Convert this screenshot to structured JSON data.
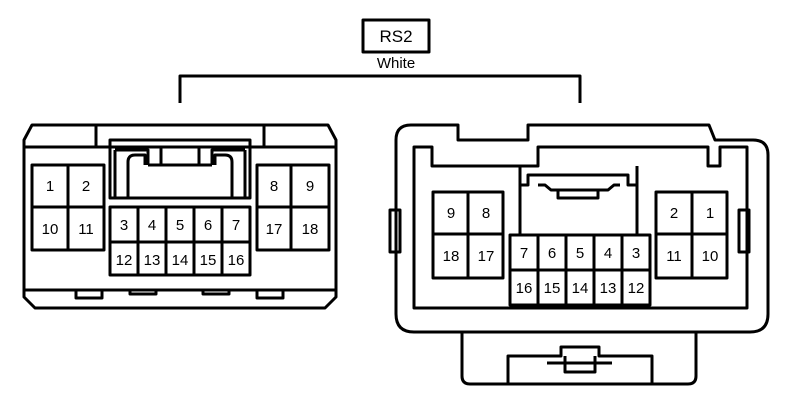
{
  "connector": {
    "code": "RS2",
    "color": "White"
  },
  "left_connector": {
    "pins": {
      "p1": "1",
      "p2": "2",
      "p10": "10",
      "p11": "11",
      "p8": "8",
      "p9": "9",
      "p17": "17",
      "p18": "18",
      "p3": "3",
      "p4": "4",
      "p5": "5",
      "p6": "6",
      "p7": "7",
      "p12": "12",
      "p13": "13",
      "p14": "14",
      "p15": "15",
      "p16": "16"
    }
  },
  "right_connector": {
    "pins": {
      "p9": "9",
      "p8": "8",
      "p18": "18",
      "p17": "17",
      "p2": "2",
      "p1": "1",
      "p11": "11",
      "p10": "10",
      "p7": "7",
      "p6": "6",
      "p5": "5",
      "p4": "4",
      "p3": "3",
      "p16": "16",
      "p15": "15",
      "p14": "14",
      "p13": "13",
      "p12": "12"
    }
  }
}
